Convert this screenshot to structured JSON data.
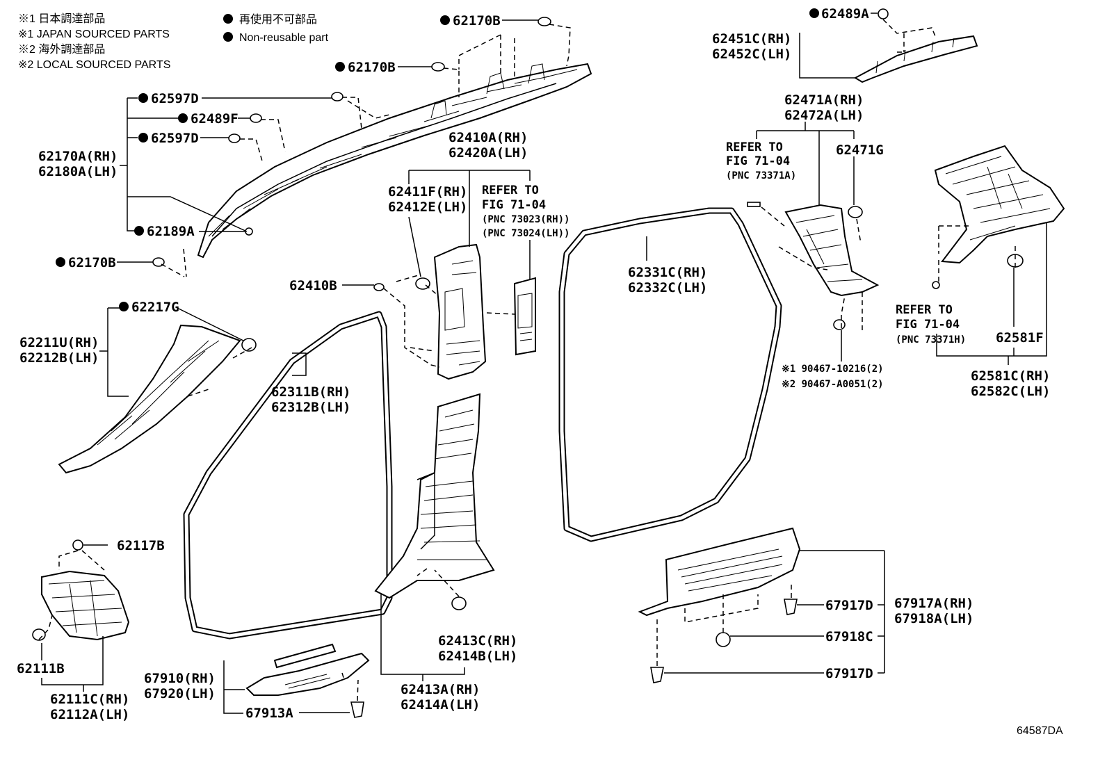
{
  "legend": {
    "jp_parts_jp": "※1 日本調達部品",
    "jp_parts_en": "※1 JAPAN SOURCED PARTS",
    "local_parts_jp": "※2 海外調達部品",
    "local_parts_en": "※2 LOCAL SOURCED PARTS",
    "nonreuse_jp": "再使用不可部品",
    "nonreuse_en": "Non-reusable part"
  },
  "labels": {
    "p62170B_top": "62170B",
    "p62170B_mid": "62170B",
    "p62597D_a": "62597D",
    "p62489F": "62489F",
    "p62597D_b": "62597D",
    "p62170A_rh": "62170A(RH)",
    "p62180A_lh": "62180A(LH)",
    "p62189A": "62189A",
    "p62170B_left": "62170B",
    "p62410A_rh": "62410A(RH)",
    "p62420A_lh": "62420A(LH)",
    "p62411F_rh": "62411F(RH)",
    "p62412E_lh": "62412E(LH)",
    "refer1_a": "REFER TO",
    "refer1_b": "FIG 71-04",
    "refer1_c": "(PNC 73023(RH))",
    "refer1_d": "(PNC 73024(LH))",
    "p62410B": "62410B",
    "p62217G": "62217G",
    "p62211U_rh": "62211U(RH)",
    "p62212B_lh": "62212B(LH)",
    "p62311B_rh": "62311B(RH)",
    "p62312B_lh": "62312B(LH)",
    "p62331C_rh": "62331C(RH)",
    "p62332C_lh": "62332C(LH)",
    "p62489A": "62489A",
    "p62451C_rh": "62451C(RH)",
    "p62452C_lh": "62452C(LH)",
    "p62471A_rh": "62471A(RH)",
    "p62472A_lh": "62472A(LH)",
    "refer2_a": "REFER TO",
    "refer2_b": "FIG 71-04",
    "refer2_c": "(PNC 73371A)",
    "p62471G": "62471G",
    "bolt_jp": "※1 90467-10216(2)",
    "bolt_local": "※2 90467-A0051(2)",
    "refer3_a": "REFER TO",
    "refer3_b": "FIG 71-04",
    "refer3_c": "(PNC 73371H)",
    "p62581F": "62581F",
    "p62581C_rh": "62581C(RH)",
    "p62582C_lh": "62582C(LH)",
    "p62117B": "62117B",
    "p62111B": "62111B",
    "p62111C_rh": "62111C(RH)",
    "p62112A_lh": "62112A(LH)",
    "p67910_rh": "67910(RH)",
    "p67920_lh": "67920(LH)",
    "p67913A": "67913A",
    "p62413C_rh": "62413C(RH)",
    "p62414B_lh": "62414B(LH)",
    "p62413A_rh": "62413A(RH)",
    "p62414A_lh": "62414A(LH)",
    "p67917D_a": "67917D",
    "p67917A_rh": "67917A(RH)",
    "p67918A_lh": "67918A(LH)",
    "p67918C": "67918C",
    "p67917D_b": "67917D",
    "fig_code": "64587DA"
  }
}
